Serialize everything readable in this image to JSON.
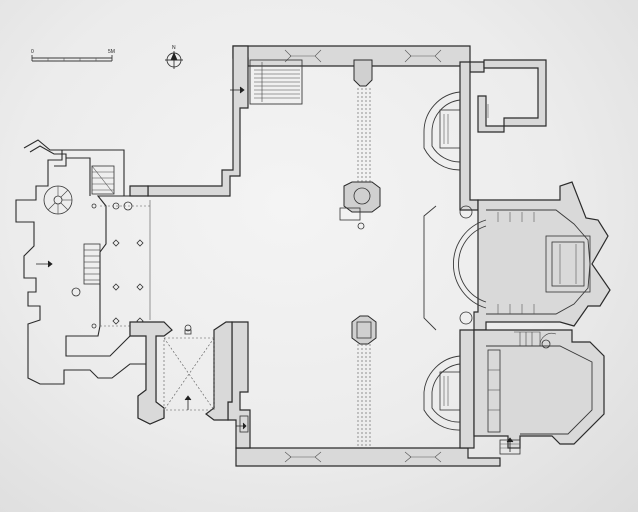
{
  "scale_bar": {
    "start_label": "0",
    "end_label": "5M"
  },
  "north_arrow": {
    "label": "N"
  }
}
